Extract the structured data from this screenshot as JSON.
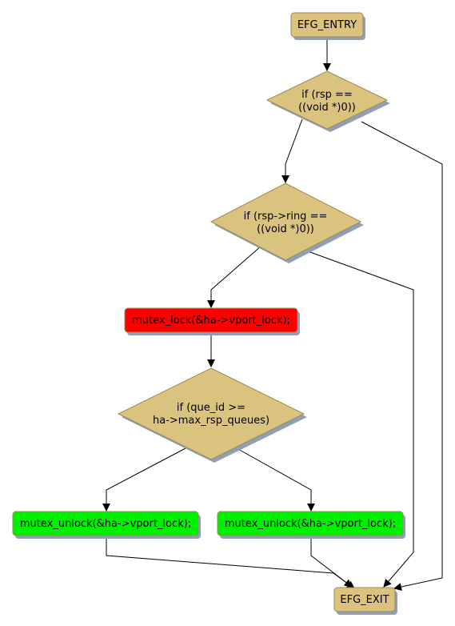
{
  "diagram": {
    "type": "control-flow-graph",
    "colors": {
      "terminal_fill": "#dcc27e",
      "decision_fill": "#d9c37e",
      "error_fill": "#ff0000",
      "ok_fill": "#00f000",
      "border": "#9c8a4f",
      "shadow": "#8f9fb8",
      "edge": "#000000"
    },
    "nodes": {
      "entry": {
        "label": "EFG_ENTRY"
      },
      "cond1": {
        "line1": "if (rsp ==",
        "line2": "((void *)0))"
      },
      "cond2": {
        "line1": "if (rsp->ring ==",
        "line2": "((void *)0))"
      },
      "lock": {
        "label": "mutex_lock(&ha->vport_lock);"
      },
      "cond3": {
        "line1": "if (que_id >=",
        "line2": "ha->max_rsp_queues)"
      },
      "unlock_left": {
        "label": "mutex_unlock(&ha->vport_lock);"
      },
      "unlock_right": {
        "label": "mutex_unlock(&ha->vport_lock);"
      },
      "exit": {
        "label": "EFG_EXIT"
      }
    },
    "edges": [
      {
        "from": "entry",
        "to": "cond1"
      },
      {
        "from": "cond1",
        "to": "cond2"
      },
      {
        "from": "cond1",
        "to": "exit"
      },
      {
        "from": "cond2",
        "to": "lock"
      },
      {
        "from": "cond2",
        "to": "exit"
      },
      {
        "from": "lock",
        "to": "cond3"
      },
      {
        "from": "cond3",
        "to": "unlock_left"
      },
      {
        "from": "cond3",
        "to": "unlock_right"
      },
      {
        "from": "unlock_left",
        "to": "exit"
      },
      {
        "from": "unlock_right",
        "to": "exit"
      }
    ]
  }
}
